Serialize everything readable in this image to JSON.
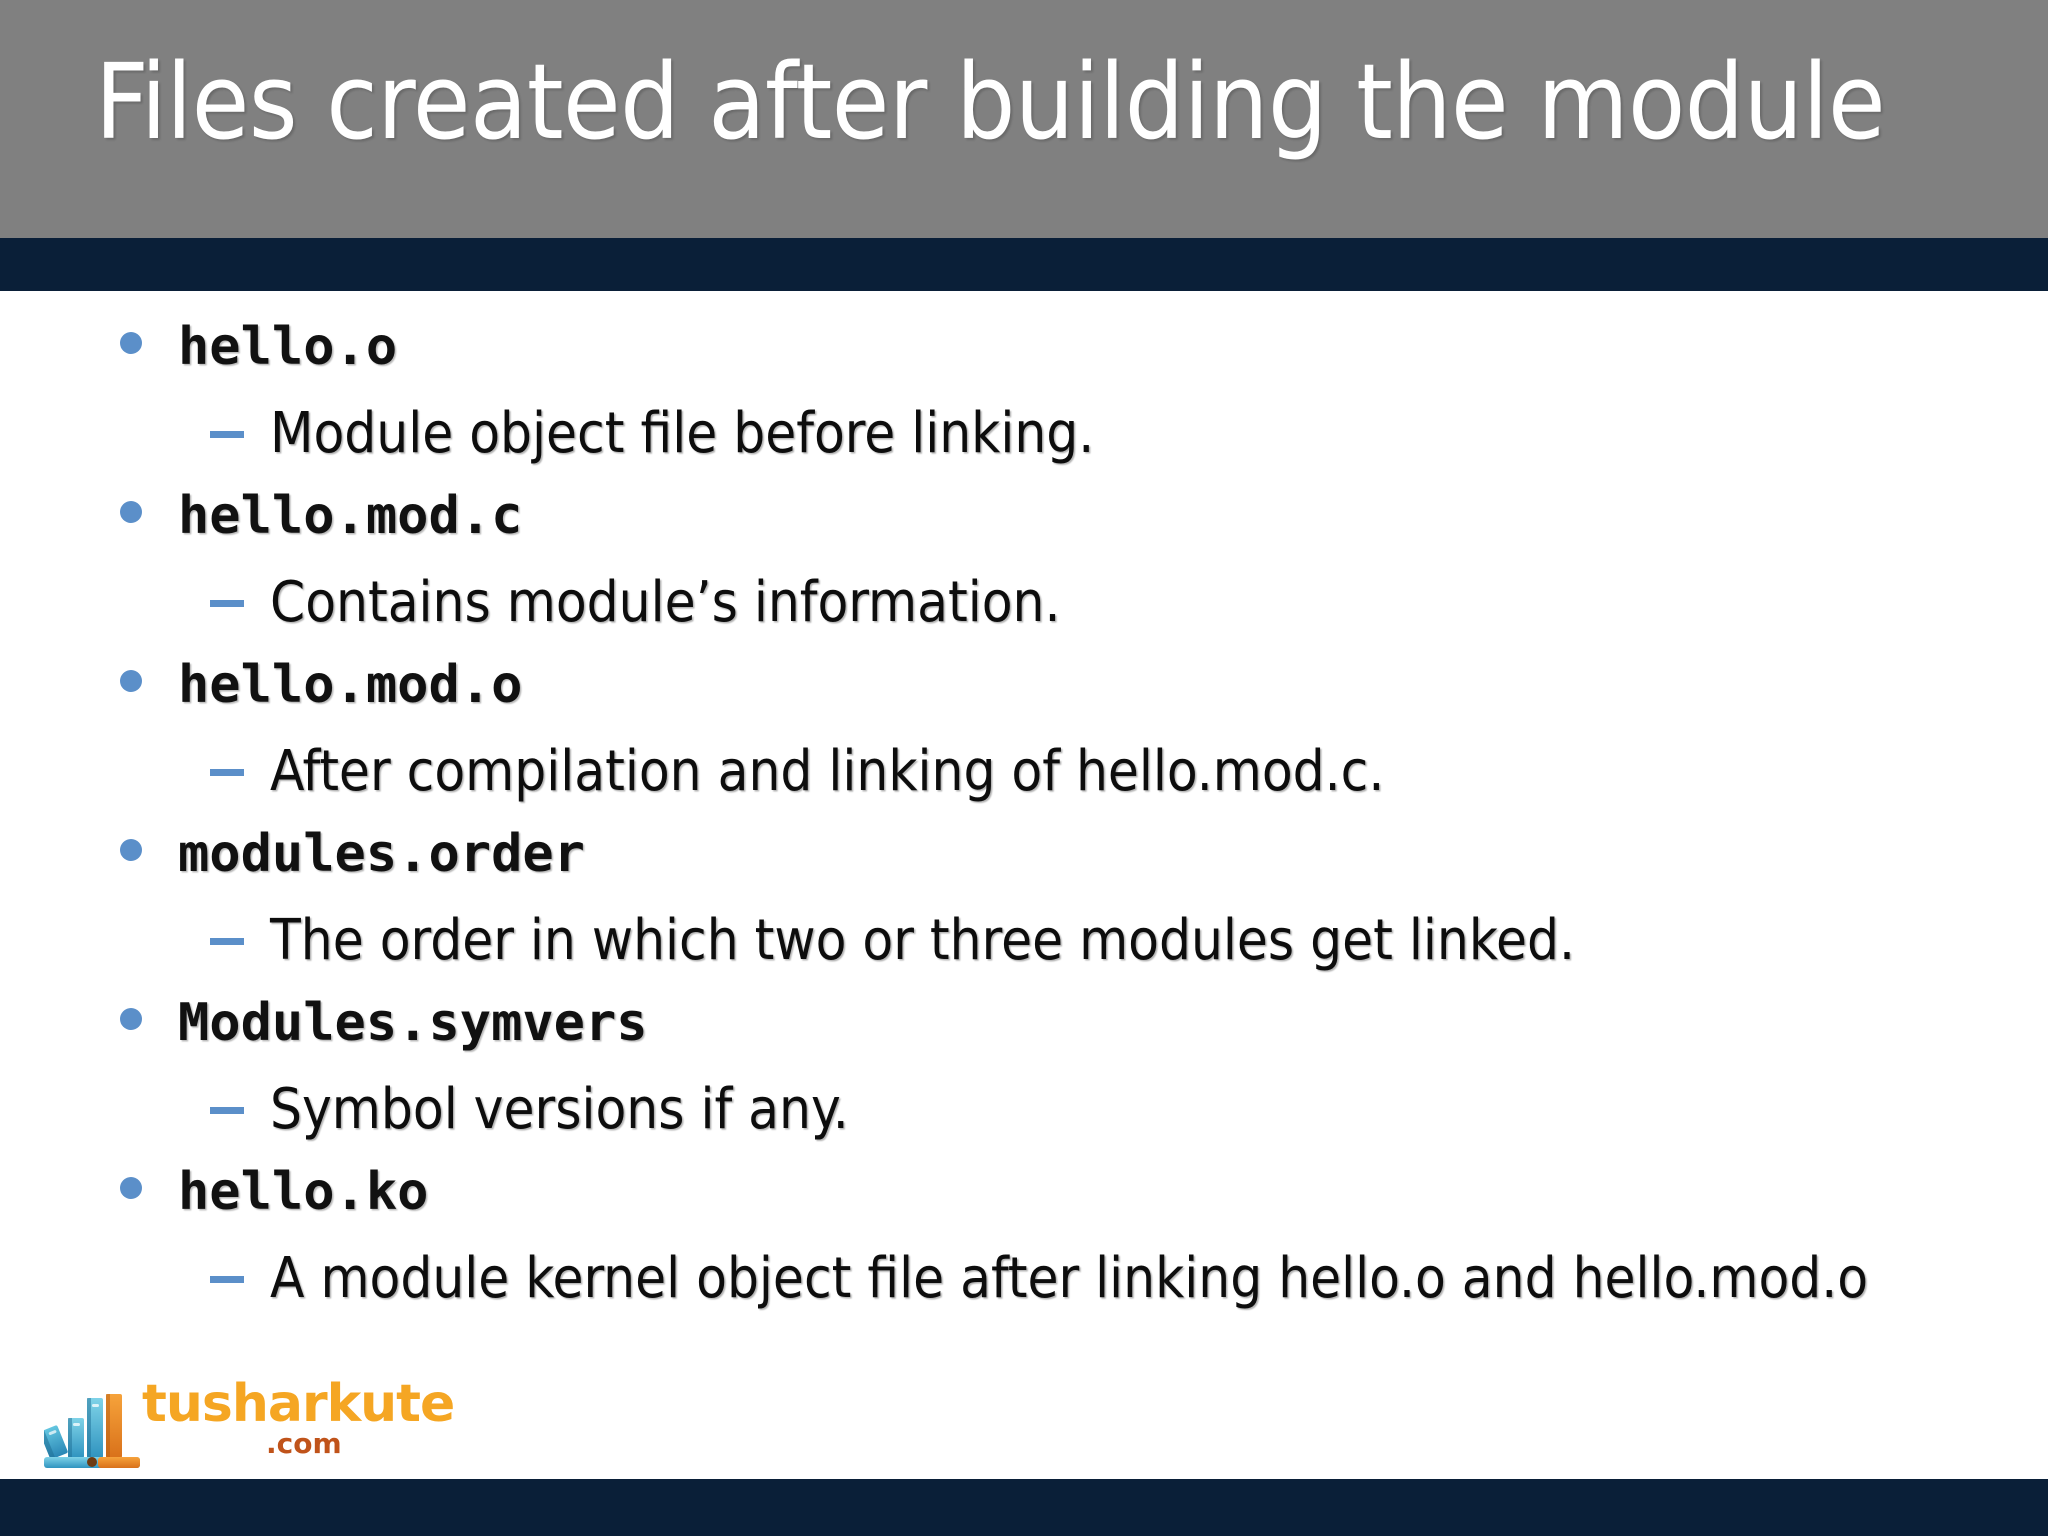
{
  "slide": {
    "title": "Files created after building the module",
    "colors": {
      "header_band": "#808080",
      "accent_navy": "#0a1f38",
      "bullet_blue": "#5b8fc9",
      "body_background": "#ffffff",
      "title_text": "#ffffff",
      "body_text": "#0d0d0d",
      "logo_orange": "#f5a623",
      "logo_tld": "#c0531a",
      "logo_book_blue": "#3b9bc4",
      "logo_book_orange": "#e07b1f"
    }
  },
  "content": {
    "items": [
      {
        "file": "hello.o",
        "description": "Module object file before linking."
      },
      {
        "file": "hello.mod.c",
        "description": "Contains module’s information."
      },
      {
        "file": "hello.mod.o",
        "description": "After compilation and linking of hello.mod.c."
      },
      {
        "file": "modules.order",
        "description": "The order in which two or three modules get linked."
      },
      {
        "file": "Modules.symvers",
        "description": "Symbol versions if any."
      },
      {
        "file": "hello.ko",
        "description": "A module kernel object file after linking hello.o and hello.mod.o"
      }
    ]
  },
  "logo": {
    "name": "tusharkute",
    "tld": ".com",
    "icon": "stacked-books-icon"
  }
}
